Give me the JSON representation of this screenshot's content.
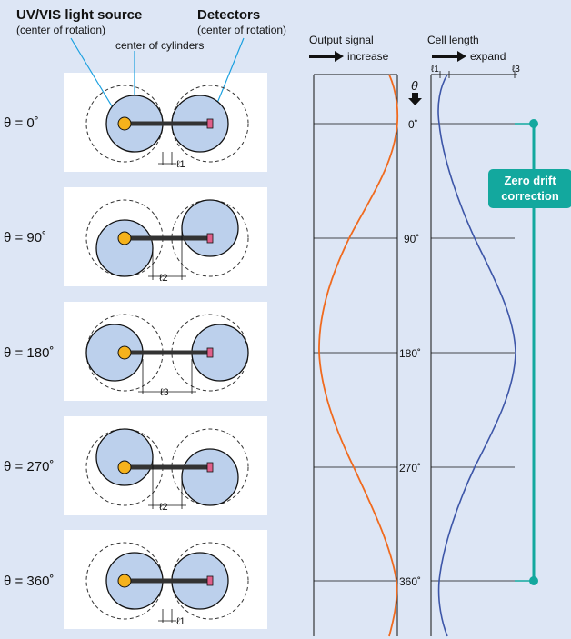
{
  "header": {
    "source_title": "UV/VIS light source",
    "source_sub": "(center of rotation)",
    "detector_title": "Detectors",
    "detector_sub": "(center of rotation)",
    "cylinders_label": "center of cylinders"
  },
  "panels": [
    {
      "theta": "θ = 0˚",
      "length_label": "ℓ1"
    },
    {
      "theta": "θ = 90˚",
      "length_label": "ℓ2"
    },
    {
      "theta": "θ = 180˚",
      "length_label": "ℓ3"
    },
    {
      "theta": "θ = 270˚",
      "length_label": "ℓ2"
    },
    {
      "theta": "θ = 360˚",
      "length_label": "ℓ1"
    }
  ],
  "graph": {
    "output_title": "Output signal",
    "output_sub": "increase",
    "cell_title": "Cell length",
    "cell_sub": "expand",
    "cell_min": "ℓ1",
    "cell_max": "ℓ3",
    "theta_axis": "θ",
    "angles": [
      "0˚",
      "90˚",
      "180˚",
      "270˚",
      "360˚"
    ]
  },
  "zero_drift": {
    "line1": "Zero drift",
    "line2": "correction"
  },
  "colors": {
    "output": "#f06a1e",
    "cell": "#3d56a8",
    "zero": "#13a89e",
    "cylinder": "#bcd0ec"
  }
}
